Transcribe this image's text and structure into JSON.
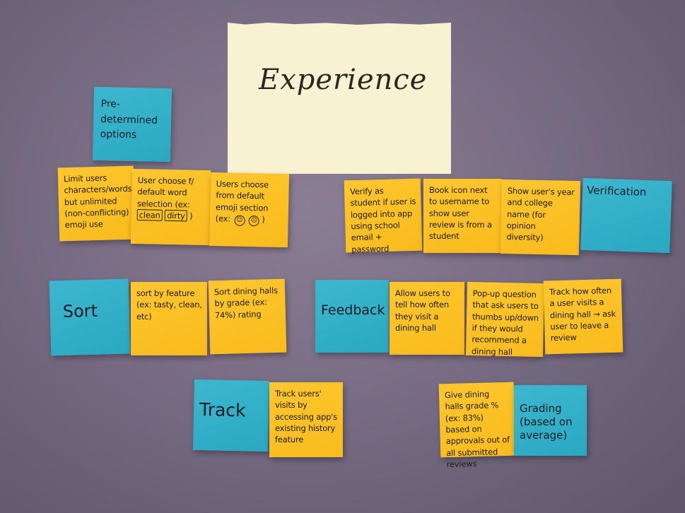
{
  "main_title": "Experience",
  "blue_notes": {
    "predetermined": "Pre-determined options",
    "verification": "Verification",
    "sort": "Sort",
    "feedback": "Feedback",
    "track": "Track",
    "grading": "Grading (based on average)"
  },
  "yellow_notes": {
    "limit_users": "Limit users characters/words but unlimited (non-conflicting) emoji use",
    "user_choose": "User choose f/ default word selection (ex:",
    "user_choose_box1": "clean",
    "user_choose_box2": "dirty",
    "user_choose_end": ")",
    "users_choose_emoji": "Users choose from default emoji section (ex:",
    "emoji_1": "☺",
    "emoji_2": "☹",
    "emoji_end": ")",
    "verify_student": "Verify as student if user is logged into app using school email + password",
    "book_icon": "Book icon next to username to show user review is from a student",
    "show_year": "Show user's year and college name (for opinion diversity)",
    "sort_feature": "sort by feature (ex: tasty, clean, etc)",
    "sort_dining": "Sort dining halls by grade (ex: 74%) rating",
    "allow_users": "Allow users to tell how often they visit a dining hall",
    "popup_question": "Pop-up question that ask users to thumbs up/down if they would recommend a dining hall",
    "track_often": "Track how often a user visits a dining hall → ask user to leave a review",
    "track_visits": "Track users' visits by accessing app's existing history feature",
    "give_grade": "Give dining halls grade % (ex: 83%) based on approvals out of all submitted reviews"
  }
}
